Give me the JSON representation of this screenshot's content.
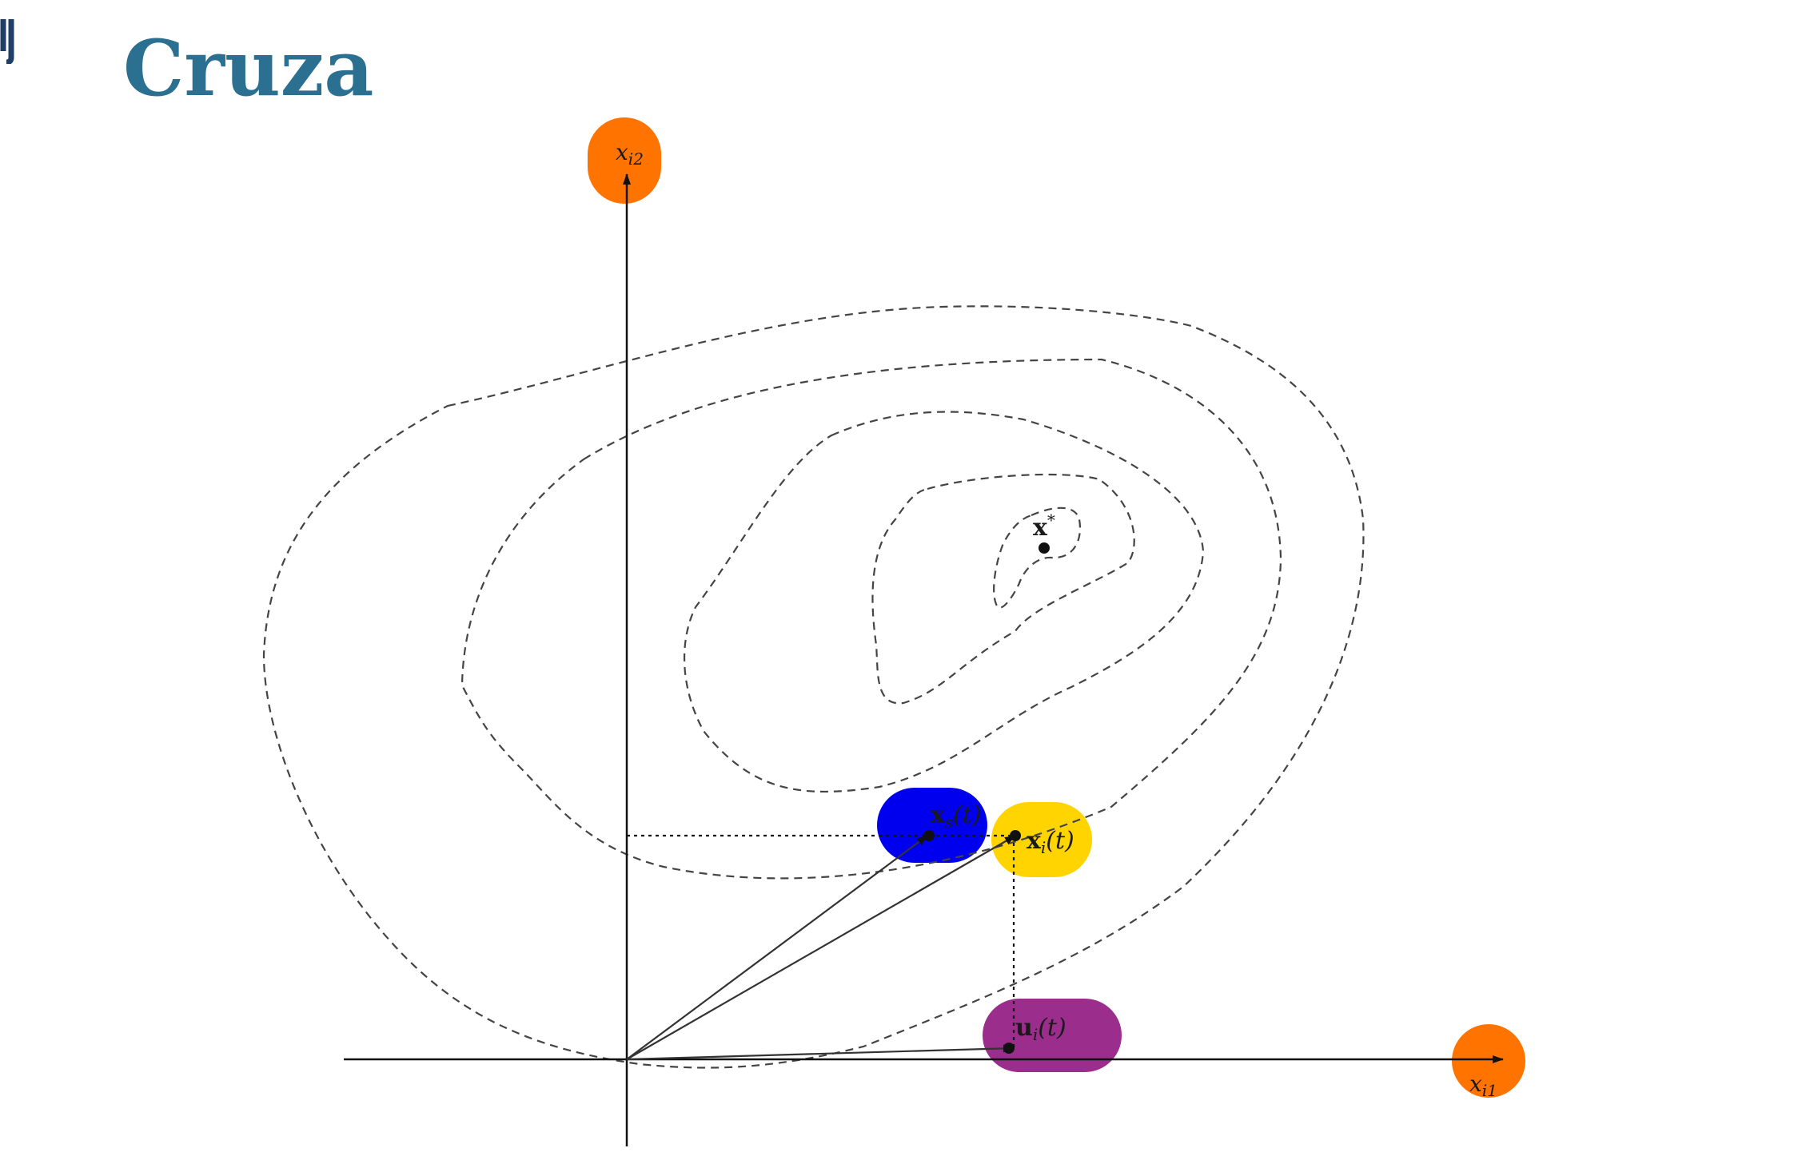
{
  "slide": {
    "title": "Cruza"
  },
  "diagram": {
    "axis_labels": {
      "y": {
        "base": "x",
        "sub": "i2"
      },
      "x": {
        "base": "x",
        "sub": "i1"
      }
    },
    "point_labels": {
      "optimum": {
        "base": "x",
        "sup": "*"
      },
      "parent_s": {
        "base": "x",
        "sub": "s",
        "arg": "(t)"
      },
      "parent_i": {
        "base": "x",
        "sub": "i",
        "arg": "(t)"
      },
      "offspring": {
        "base": "u",
        "sub": "i",
        "arg": "(t)"
      }
    },
    "highlight_colors": {
      "axis_label": "#ff7400",
      "parent_s": "#0000ee",
      "parent_i": "#ffd400",
      "offspring": "#9b2e8c"
    }
  }
}
